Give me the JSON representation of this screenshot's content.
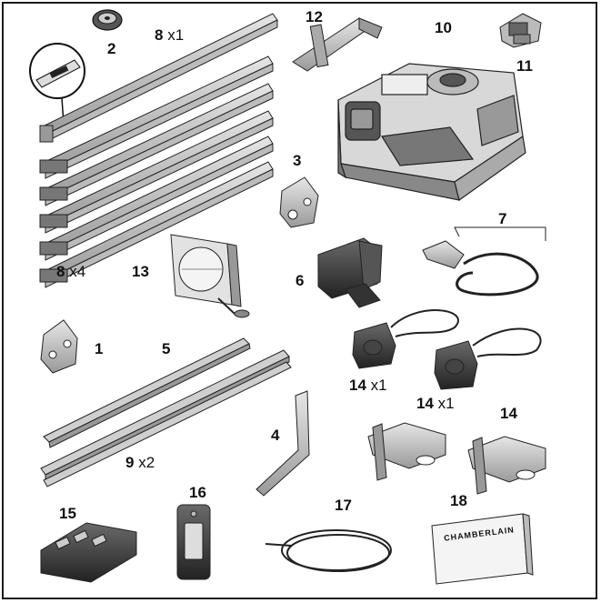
{
  "parts": [
    {
      "id": "p2",
      "number": "2"
    },
    {
      "id": "p8a",
      "number": "8",
      "qty": "x1"
    },
    {
      "id": "p12",
      "number": "12"
    },
    {
      "id": "p10",
      "number": "10"
    },
    {
      "id": "p11",
      "number": "11"
    },
    {
      "id": "p3",
      "number": "3"
    },
    {
      "id": "p7",
      "number": "7"
    },
    {
      "id": "p8b",
      "number": "8",
      "qty": "x4"
    },
    {
      "id": "p13",
      "number": "13"
    },
    {
      "id": "p6",
      "number": "6"
    },
    {
      "id": "p1",
      "number": "1"
    },
    {
      "id": "p5",
      "number": "5"
    },
    {
      "id": "p14a",
      "number": "14",
      "qty": "x1"
    },
    {
      "id": "p14b",
      "number": "14",
      "qty": "x1"
    },
    {
      "id": "p4",
      "number": "4"
    },
    {
      "id": "p14c",
      "number": "14"
    },
    {
      "id": "p9",
      "number": "9",
      "qty": "x2"
    },
    {
      "id": "p15",
      "number": "15"
    },
    {
      "id": "p16",
      "number": "16"
    },
    {
      "id": "p17",
      "number": "17"
    },
    {
      "id": "p18",
      "number": "18"
    }
  ],
  "manual_brand": "CHAMBERLAIN"
}
